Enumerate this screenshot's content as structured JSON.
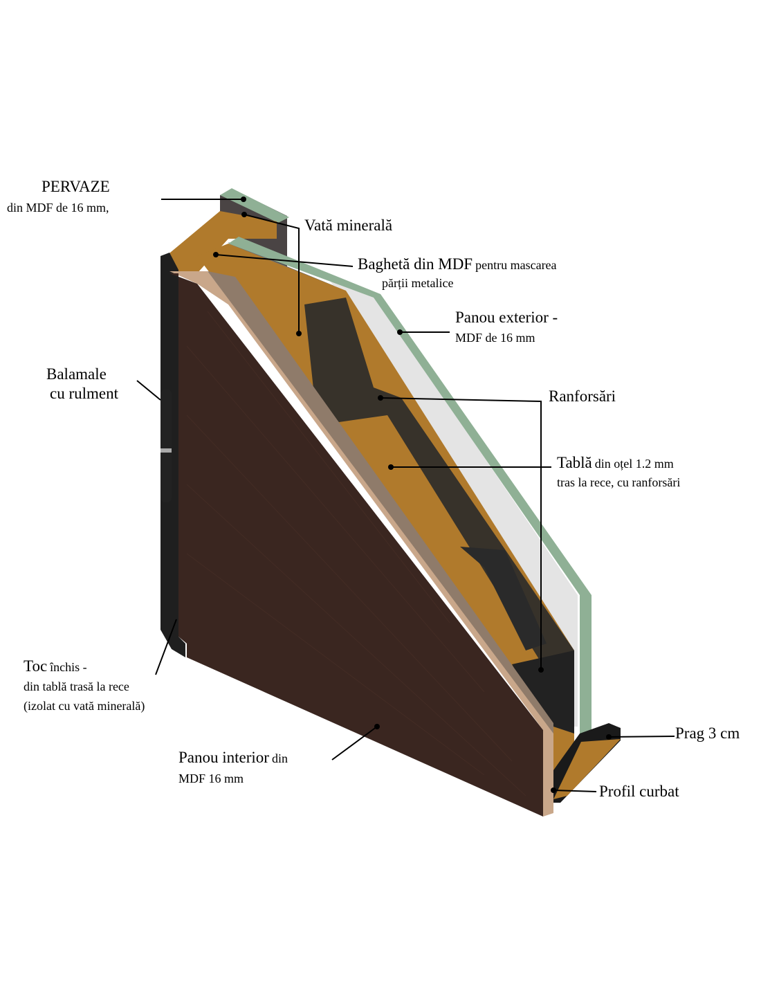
{
  "labels": {
    "pervaze": {
      "title": "PERVAZE",
      "sub": "din MDF  de 16 mm,"
    },
    "vata": {
      "title": "Vată minerală"
    },
    "bagheta": {
      "title": "Baghetă din MDF",
      "title_small": "pentru mascarea",
      "sub": "părții metalice"
    },
    "panou_exterior": {
      "title": "Panou exterior -",
      "sub": "MDF de 16 mm"
    },
    "balamale": {
      "line1": "Balamale",
      "line2": "cu rulment"
    },
    "ranforsari": {
      "title": "Ranforsări"
    },
    "tabla": {
      "title": "Tablă",
      "title_small": "din oțel 1.2 mm",
      "sub": "tras la rece,  cu ranforsări"
    },
    "toc": {
      "title": "Toc",
      "title_small": "închis -",
      "sub1": "din tablă trasă la rece",
      "sub2": "(izolat cu vată minerală)"
    },
    "panou_interior": {
      "title": "Panou interior",
      "title_small": "din",
      "sub": "MDF 16 mm"
    },
    "prag": {
      "title": "Prag 3 cm"
    },
    "profil": {
      "title": "Profil curbat"
    }
  },
  "colors": {
    "wood": "#3a2620",
    "mdf_edge": "#c9a78a",
    "insulation": "#b07a2c",
    "steel": "#2a2a2a",
    "green_mdf": "#8fb095",
    "grey_layer": "#6e6e6e",
    "white_layer": "#e4e4e4"
  }
}
